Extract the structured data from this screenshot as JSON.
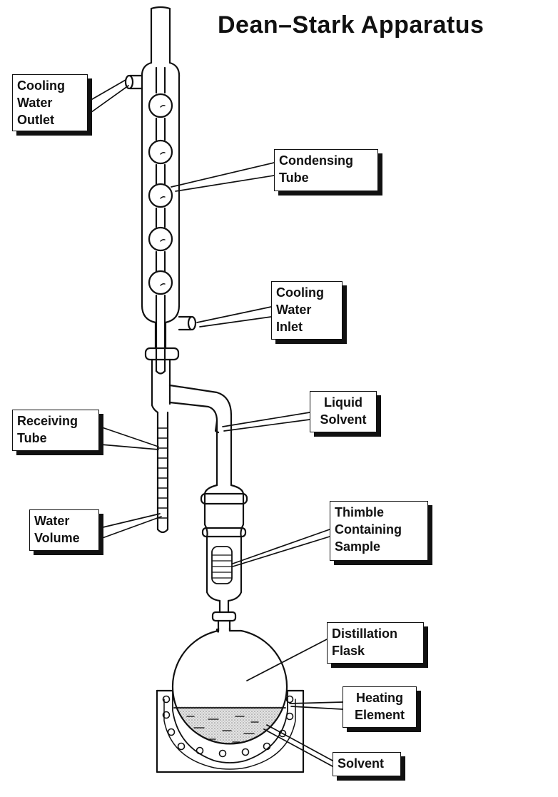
{
  "title": "Dean–Stark Apparatus",
  "labels": {
    "cooling_water_outlet": [
      "Cooling",
      "Water",
      "Outlet"
    ],
    "condensing_tube": [
      "Condensing",
      "Tube"
    ],
    "cooling_water_inlet": [
      "Cooling",
      "Water",
      "Inlet"
    ],
    "liquid_solvent": [
      "Liquid",
      "Solvent"
    ],
    "receiving_tube": [
      "Receiving",
      "Tube"
    ],
    "water_volume": [
      "Water",
      "Volume"
    ],
    "thimble": [
      "Thimble",
      "Containing",
      "Sample"
    ],
    "distillation_flask": [
      "Distillation",
      "Flask"
    ],
    "heating_element": [
      "Heating",
      "Element"
    ],
    "solvent": [
      "Solvent"
    ]
  }
}
